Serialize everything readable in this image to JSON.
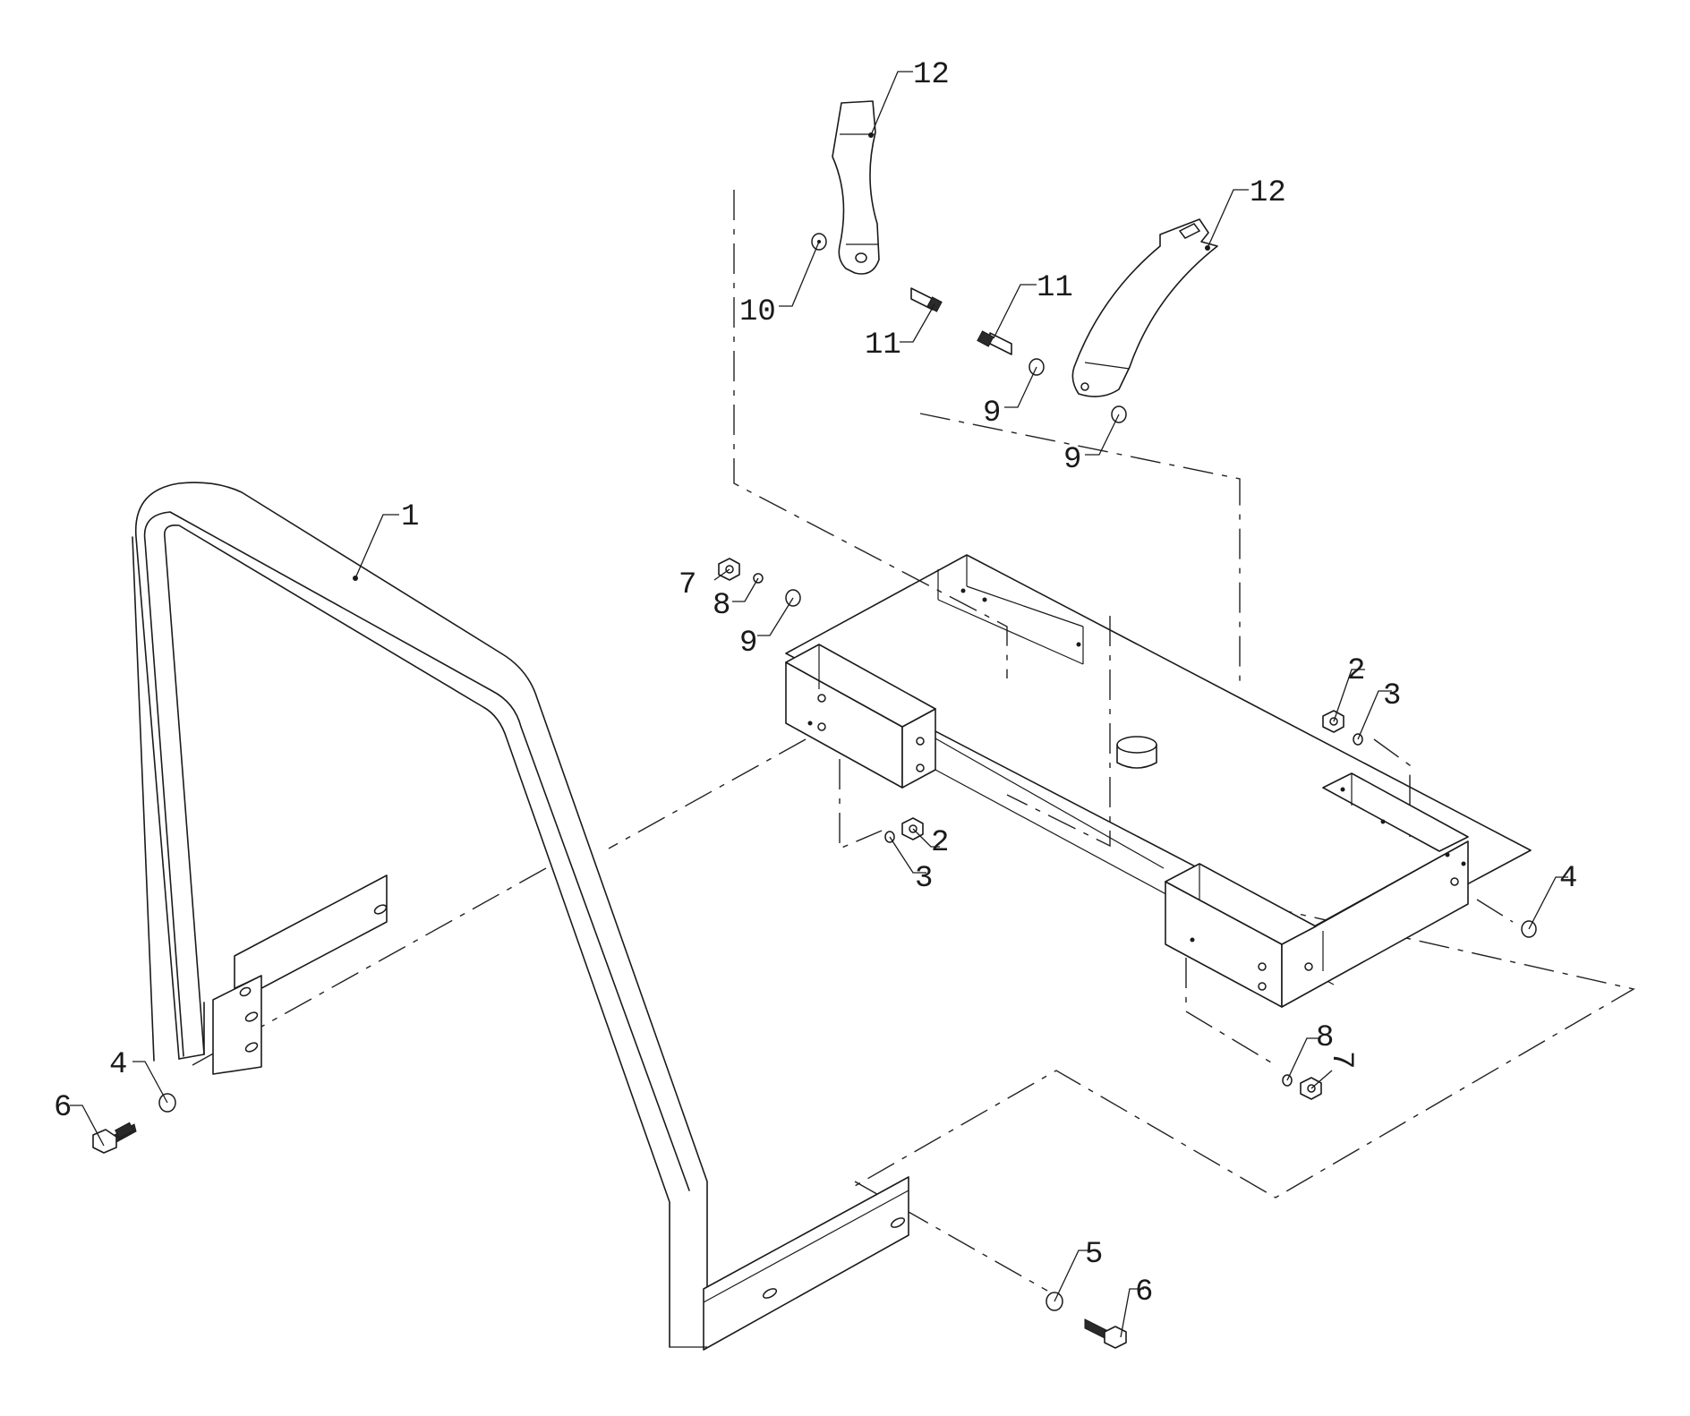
{
  "callouts": {
    "c1": "1",
    "c2a": "2",
    "c2b": "2",
    "c3a": "3",
    "c3b": "3",
    "c4a": "4",
    "c4b": "4",
    "c5": "5",
    "c6a": "6",
    "c6b": "6",
    "c7a": "7",
    "c7b": "7",
    "c8a": "8",
    "c8b": "8",
    "c9a": "9",
    "c9b": "9",
    "c9c": "9",
    "c10": "10",
    "c11a": "11",
    "c11b": "11",
    "c12a": "12",
    "c12b": "12"
  },
  "colors": {
    "line": "#1a1a1a",
    "background": "#ffffff"
  }
}
